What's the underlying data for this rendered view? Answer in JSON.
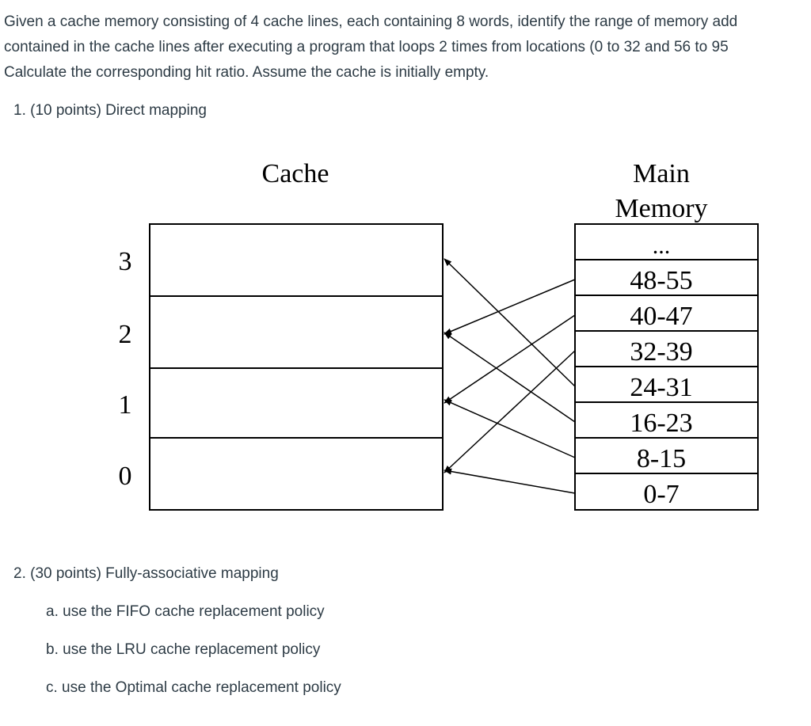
{
  "question": {
    "lines": [
      "Given a cache memory consisting of 4 cache lines, each containing 8 words, identify the range of memory add",
      "contained in the cache lines after executing a program that loops 2 times from locations (0 to 32 and 56 to 95",
      "Calculate the corresponding hit ratio. Assume the cache is initially empty."
    ]
  },
  "part1": {
    "label": "1. (10 points) Direct mapping"
  },
  "diagram": {
    "cache_title": "Cache",
    "memory_title_line1": "Main",
    "memory_title_line2": "Memory",
    "cache_line_labels": [
      "3",
      "2",
      "1",
      "0"
    ],
    "memory_blocks": [
      "...",
      "48-55",
      "40-47",
      "32-39",
      "24-31",
      "16-23",
      "8-15",
      "0-7"
    ],
    "colors": {
      "stroke": "#000000",
      "text": "#000000"
    }
  },
  "part2": {
    "label": "2. (30 points) Fully-associative mapping",
    "items": [
      "a. use the FIFO cache replacement policy",
      "b. use the LRU cache replacement policy",
      "c. use the Optimal cache replacement policy"
    ]
  }
}
